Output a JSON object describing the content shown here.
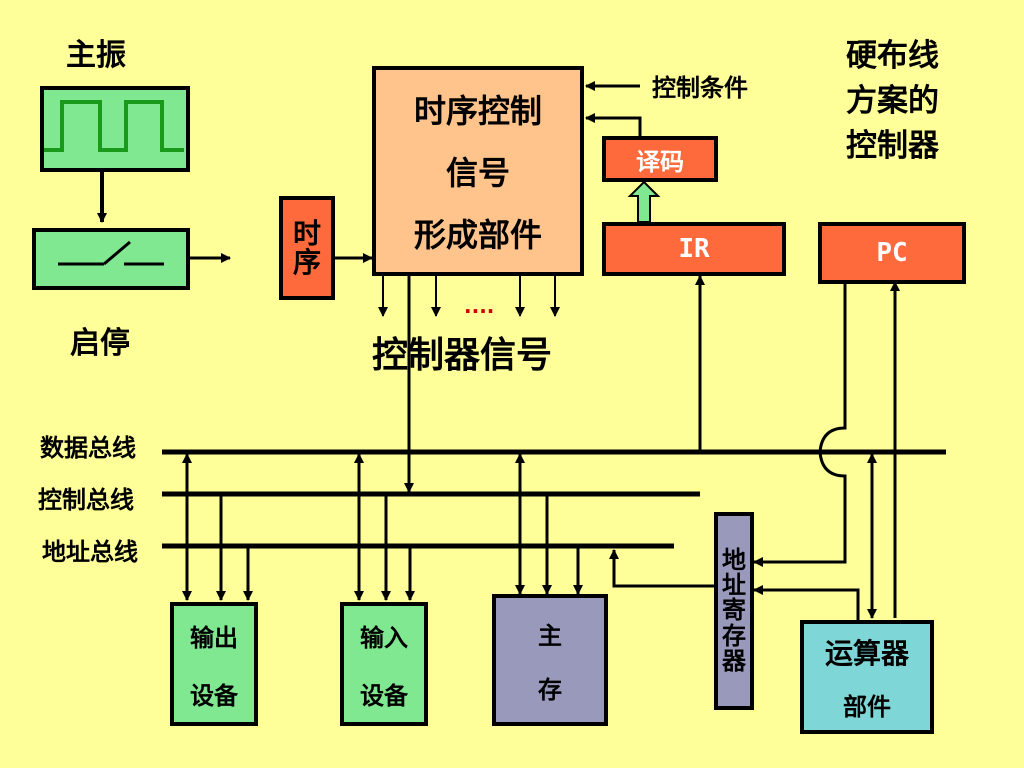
{
  "labels": {
    "oscillator": "主振",
    "start_stop": "启停",
    "title": [
      "硬布线",
      "方案的",
      "控制器"
    ],
    "control_condition": "控制条件",
    "control_signals": "控制器信号",
    "ellipsis": "....",
    "data_bus": "数据总线",
    "control_bus": "控制总线",
    "address_bus": "地址总线"
  },
  "boxes": {
    "timing_gen": [
      "时序控制",
      "信号",
      "形成部件"
    ],
    "timing": [
      "时",
      "序"
    ],
    "decoder": "译码",
    "ir": "IR",
    "pc": "PC",
    "address_register": [
      "地",
      "址",
      "寄",
      "存",
      "器"
    ],
    "output_device": [
      "输出",
      "设备"
    ],
    "input_device": [
      "输入",
      "设备"
    ],
    "main_memory": [
      "主",
      "存"
    ],
    "alu": [
      "运算器",
      "部件"
    ]
  },
  "colors": {
    "background": "#FFFF99",
    "orange": "#FF6A3D",
    "peach": "#FFC48C",
    "green": "#7FE890",
    "teal": "#7FD6D6",
    "gray": "#9999BB"
  }
}
